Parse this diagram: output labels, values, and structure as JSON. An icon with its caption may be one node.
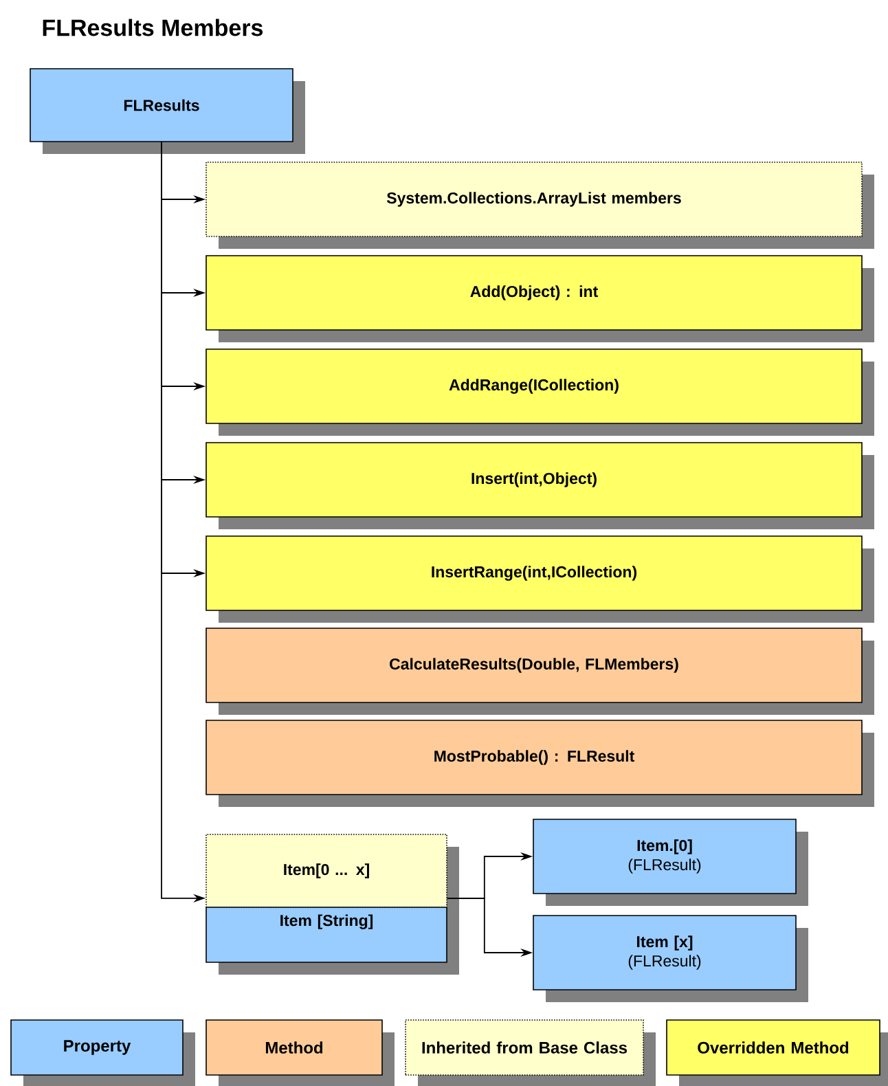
{
  "diagram": {
    "title": "FLResults Members",
    "nodes": [
      {
        "text": [
          "FLResults"
        ]
      },
      {
        "text": [
          "System.Collections.ArrayList members"
        ]
      },
      {
        "text": [
          "Add(Object) : int"
        ]
      },
      {
        "text": [
          "AddRange(ICollection)"
        ]
      },
      {
        "text": [
          "Insert(int,Object)"
        ]
      },
      {
        "text": [
          "InsertRange(int,ICollection)"
        ]
      },
      {
        "text": [
          "CalculateResults(Double, FLMembers)"
        ]
      },
      {
        "text": [
          "MostProbable() : FLResult"
        ]
      },
      {
        "text": [
          "Item[0 ... x]"
        ]
      },
      {
        "text": [
          "Item [String]"
        ]
      },
      {
        "text": [
          "Item.[0]",
          "(FLResult)"
        ]
      },
      {
        "text": [
          "Item [x]",
          "(FLResult)"
        ]
      }
    ],
    "edges": [
      {
        "from": 0,
        "to": 1,
        "arrow": "to"
      },
      {
        "from": 0,
        "to": 2,
        "arrow": "to"
      },
      {
        "from": 0,
        "to": 3,
        "arrow": "to"
      },
      {
        "from": 0,
        "to": 4,
        "arrow": "to"
      },
      {
        "from": 0,
        "to": 5,
        "arrow": "to"
      },
      {
        "from": 0,
        "to": 8,
        "arrow": "to"
      },
      {
        "from": 8,
        "to": 10,
        "arrow": "to"
      },
      {
        "from": 8,
        "to": 11,
        "arrow": "to"
      }
    ],
    "legend": [
      {
        "text": "Property",
        "color": "#99ccff"
      },
      {
        "text": "Method",
        "color": "#ffcc99"
      },
      {
        "text": "Inherited from Base Class",
        "color": "#ffffcc"
      },
      {
        "text": "Overridden Method",
        "color": "#ffff66"
      }
    ]
  }
}
